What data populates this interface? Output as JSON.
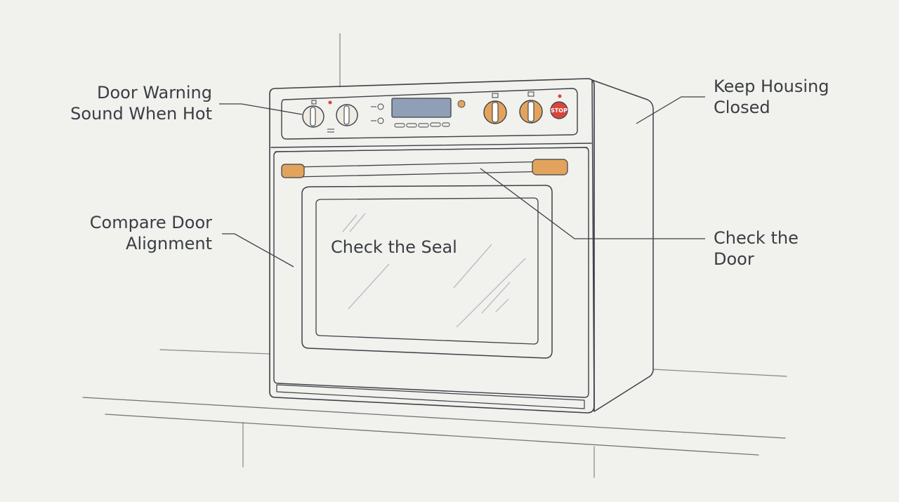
{
  "labels": {
    "door_warning": [
      "Door Warning",
      "Sound When Hot"
    ],
    "compare_door": [
      "Compare Door",
      "Alignment"
    ],
    "keep_housing": [
      "Keep Housing",
      "Closed"
    ],
    "check_door": [
      "Check the",
      "Door"
    ],
    "check_seal": "Check the Seal"
  },
  "control_panel": {
    "stop_button_label": "STOP"
  },
  "colors": {
    "panel": "#7d8ea6",
    "seal": "#6a7d98",
    "accent_orange": "#e2a45c",
    "stop_red": "#d8453a",
    "body": "#f4f3ee",
    "side": "#cdd5e0"
  }
}
